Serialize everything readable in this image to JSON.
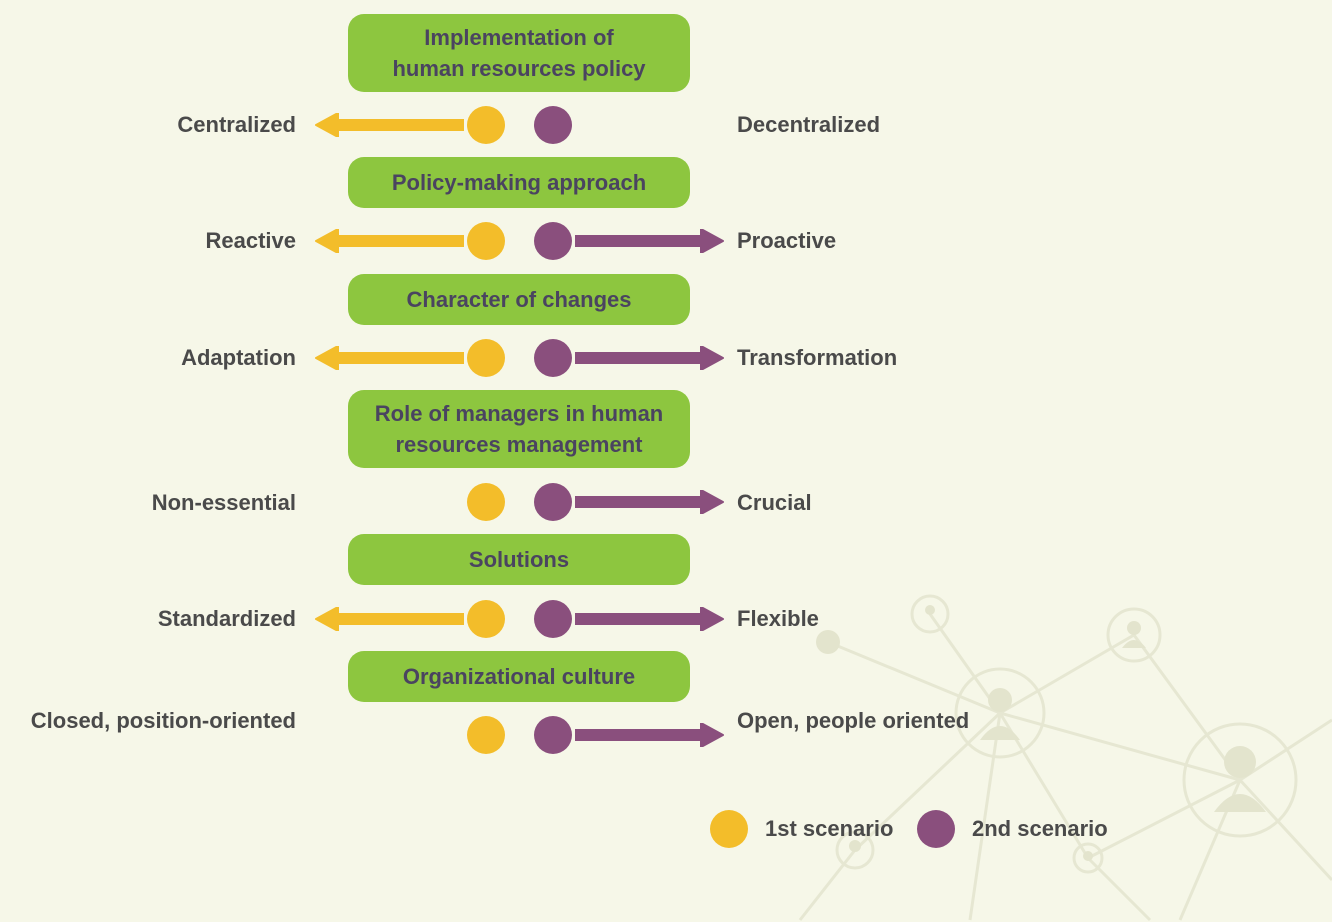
{
  "colors": {
    "background": "#f6f7e8",
    "category_box": "#8dc63f",
    "scenario_1": "#f3bd2a",
    "scenario_2": "#8a4f7d",
    "text": "#4a4a4a",
    "box_text": "#4a4460"
  },
  "rows": [
    {
      "category": [
        "Implementation of",
        "human resources policy"
      ],
      "left_label": "Centralized",
      "right_label": "Decentralized",
      "scenario_1_arrow": true,
      "scenario_2_arrow": false
    },
    {
      "category": [
        "Policy-making approach"
      ],
      "left_label": "Reactive",
      "right_label": "Proactive",
      "scenario_1_arrow": true,
      "scenario_2_arrow": true
    },
    {
      "category": [
        "Character of changes"
      ],
      "left_label": "Adaptation",
      "right_label": "Transformation",
      "scenario_1_arrow": true,
      "scenario_2_arrow": true
    },
    {
      "category": [
        "Role of managers in human",
        "resources management"
      ],
      "left_label": "Non-essential",
      "right_label": "Crucial",
      "scenario_1_arrow": false,
      "scenario_2_arrow": true
    },
    {
      "category": [
        "Solutions"
      ],
      "left_label": "Standardized",
      "right_label": "Flexible",
      "scenario_1_arrow": true,
      "scenario_2_arrow": true
    },
    {
      "category": [
        "Organizational culture"
      ],
      "left_label": "Closed, position-oriented",
      "right_label": "Open, people oriented",
      "scenario_1_arrow": false,
      "scenario_2_arrow": true
    }
  ],
  "legend": {
    "scenario_1": "1st scenario",
    "scenario_2": "2nd scenario"
  },
  "decoration": {
    "icon": "worker-network-icon"
  }
}
